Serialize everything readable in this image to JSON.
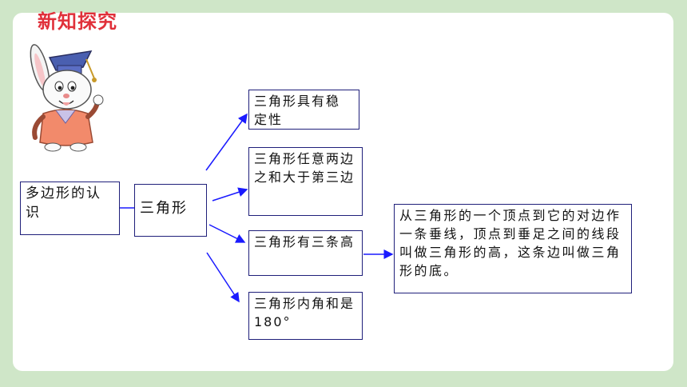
{
  "header": {
    "title": "新知探究"
  },
  "mascot": {
    "icon": "rabbit-mascot-icon"
  },
  "diagram": {
    "root": "多边形的认识",
    "center": "三角形",
    "branches": [
      "三角形具有稳定性",
      "三角形任意两边之和大于第三边",
      "三角形有三条高",
      "三角形内角和是180°"
    ],
    "note": "从三角形的一个顶点到它的对边作一条垂线，顶点到垂足之间的线段叫做三角形的高，这条边叫做三角形的底。"
  },
  "colors": {
    "background": "#cfe6c8",
    "title": "#e0303a",
    "arrow": "#1a1aff",
    "box_border": "#1f1f7a"
  }
}
